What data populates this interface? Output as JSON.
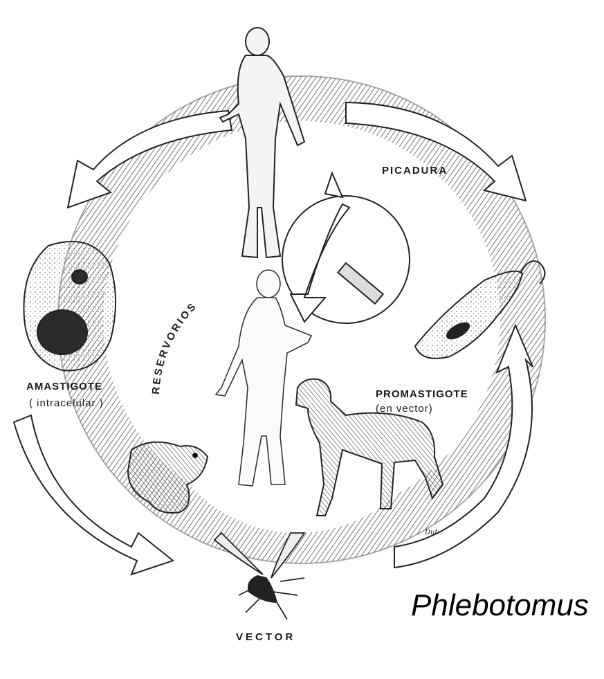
{
  "diagram": {
    "stage_labels": {
      "picadura": "PICADURA",
      "amastigote": "AMASTIGOTE",
      "amastigote_note": "( intracelular )",
      "promastigote": "PROMASTIGOTE",
      "promastigote_note": "(en vector)",
      "vector": "VECTOR",
      "reservorios": "RESERVORIOS"
    },
    "species_label": "Phlebotomus",
    "signature": "Dut.."
  }
}
